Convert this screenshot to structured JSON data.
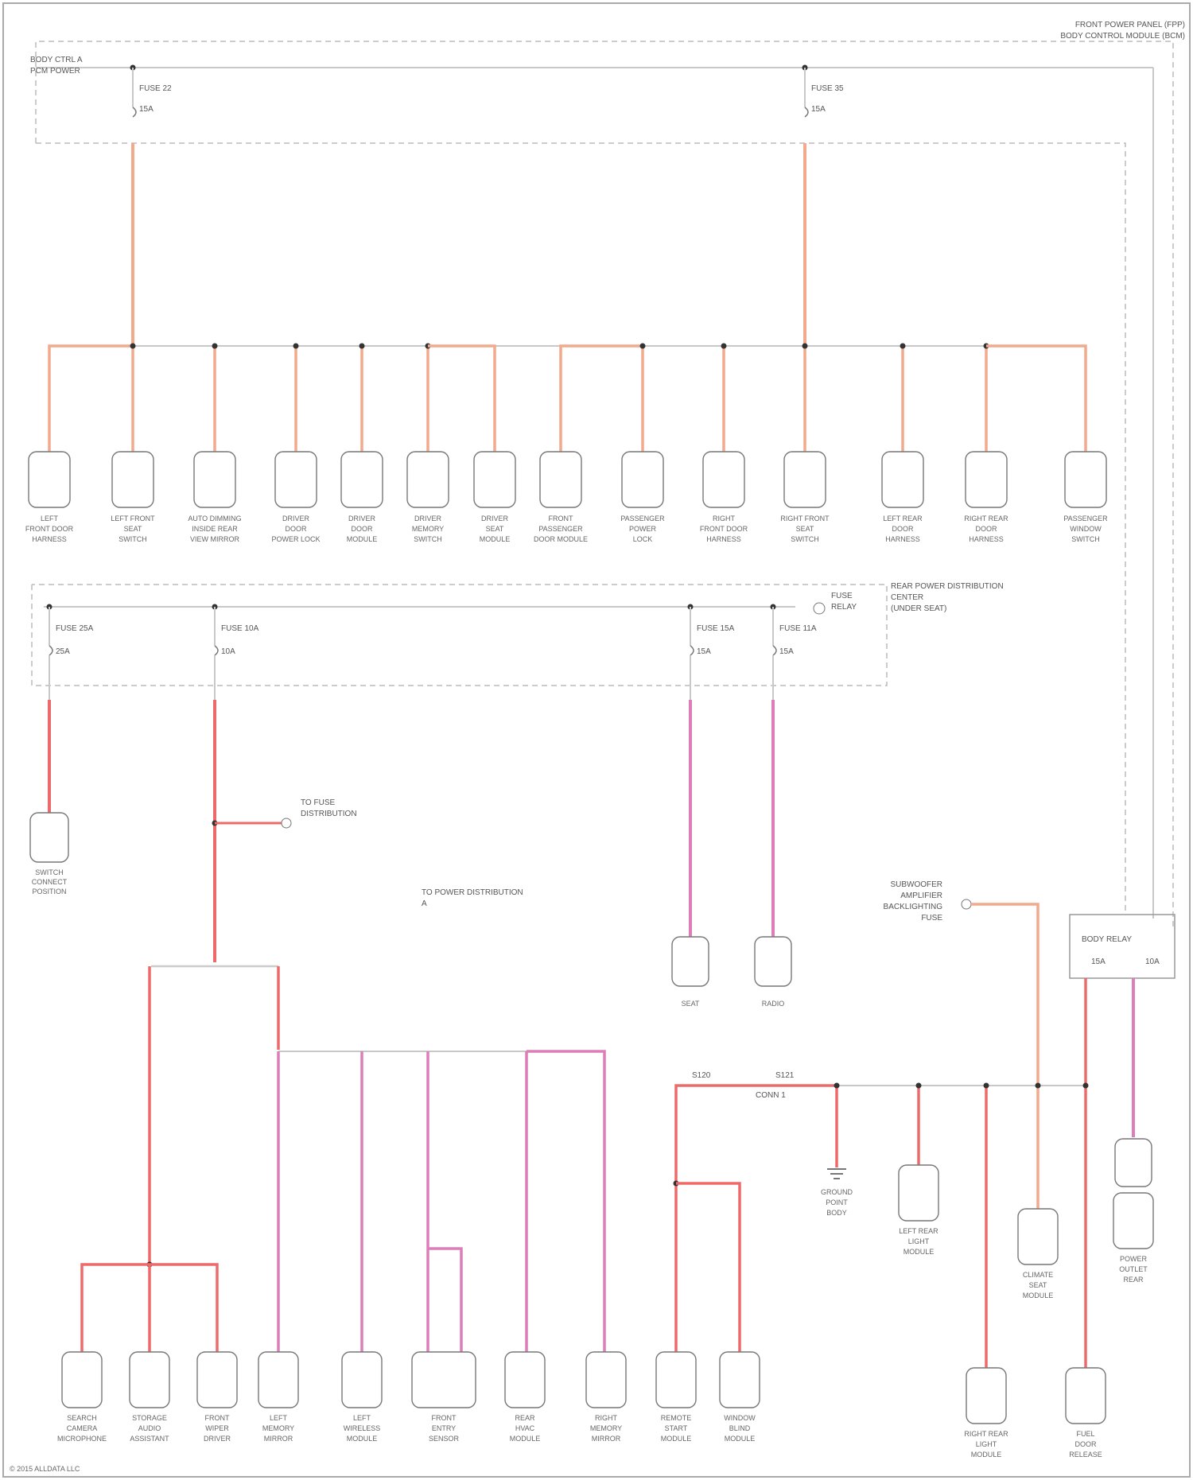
{
  "colors": {
    "wire_orange": "#f2a98c",
    "wire_red": "#ee6a6a",
    "wire_pink": "#dc7fb8",
    "bus_gray": "#c8c8c8",
    "outline": "#777777"
  },
  "header": {
    "line1": "FRONT POWER PANEL (FPP)",
    "line2": "BODY CONTROL MODULE (BCM)"
  },
  "footer": {
    "text": "© 2015 ALLDATA LLC"
  },
  "top_box": {
    "label1": "BODY CTRL A",
    "label2": "PCM POWER",
    "fuse_left": "FUSE 22",
    "fuse_left_amp": "15A",
    "fuse_right": "FUSE 35",
    "fuse_right_amp": "15A"
  },
  "top_row_components": [
    {
      "l1": "LEFT",
      "l2": "FRONT DOOR",
      "l3": "HARNESS"
    },
    {
      "l1": "LEFT FRONT",
      "l2": "SEAT",
      "l3": "SWITCH"
    },
    {
      "l1": "AUTO DIMMING",
      "l2": "INSIDE REAR",
      "l3": "VIEW MIRROR"
    },
    {
      "l1": "DRIVER",
      "l2": "DOOR",
      "l3": "POWER LOCK"
    },
    {
      "l1": "DRIVER",
      "l2": "DOOR",
      "l3": "MODULE"
    },
    {
      "l1": "DRIVER",
      "l2": "MEMORY",
      "l3": "SWITCH"
    },
    {
      "l1": "DRIVER",
      "l2": "SEAT",
      "l3": "MODULE"
    },
    {
      "l1": "FRONT",
      "l2": "PASSENGER",
      "l3": "DOOR MODULE"
    },
    {
      "l1": "PASSENGER",
      "l2": "POWER",
      "l3": "LOCK"
    },
    {
      "l1": "RIGHT",
      "l2": "FRONT DOOR",
      "l3": "HARNESS"
    },
    {
      "l1": "RIGHT FRONT",
      "l2": "SEAT",
      "l3": "SWITCH"
    },
    {
      "l1": "LEFT REAR",
      "l2": "DOOR",
      "l3": "HARNESS"
    },
    {
      "l1": "RIGHT REAR",
      "l2": "DOOR",
      "l3": "HARNESS"
    },
    {
      "l1": "PASSENGER",
      "l2": "WINDOW",
      "l3": "SWITCH"
    }
  ],
  "mid_box": {
    "label1": "REAR POWER DISTRIBUTION",
    "label2": "CENTER",
    "label3": "(UNDER SEAT)",
    "fuse_a": "FUSE 25A",
    "fuse_b": "FUSE 10A",
    "fuse_c": "FUSE 15A",
    "fuse_d": "FUSE 11A",
    "amp_a": "25A",
    "amp_b": "10A",
    "amp_c": "15A",
    "amp_d": "15A",
    "note1": "FUSE",
    "note2": "RELAY"
  },
  "mid_labels": {
    "left_comp_l1": "SWITCH",
    "left_comp_l2": "CONNECT",
    "left_comp_l3": "POSITION",
    "tee_l1": "TO FUSE",
    "tee_l2": "DISTRIBUTION",
    "center_note": "TO POWER DISTRIBUTION",
    "center_note2": "A",
    "comp_mid1": "SEAT",
    "comp_mid2": "RADIO",
    "right_note1": "SUBWOOFER",
    "right_note2": "AMPLIFIER",
    "right_note3": "BACKLIGHTING",
    "right_note4": "FUSE"
  },
  "right_box": {
    "label": "BODY RELAY",
    "amp1": "15A",
    "amp2": "10A"
  },
  "bottom_components": [
    {
      "l1": "SEARCH",
      "l2": "CAMERA",
      "l3": "MICROPHONE"
    },
    {
      "l1": "STORAGE",
      "l2": "AUDIO",
      "l3": "ASSISTANT"
    },
    {
      "l1": "FRONT",
      "l2": "WIPER",
      "l3": "DRIVER"
    },
    {
      "l1": "LEFT",
      "l2": "MEMORY",
      "l3": "MIRROR"
    },
    {
      "l1": "LEFT",
      "l2": "WIRELESS",
      "l3": "MODULE"
    },
    {
      "l1": "FRONT",
      "l2": "ENTRY",
      "l3": "SENSOR"
    },
    {
      "l1": "REAR",
      "l2": "HVAC",
      "l3": "MODULE"
    },
    {
      "l1": "RIGHT",
      "l2": "MEMORY",
      "l3": "MIRROR"
    },
    {
      "l1": "REMOTE",
      "l2": "START",
      "l3": "MODULE"
    },
    {
      "l1": "WINDOW",
      "l2": "BLIND",
      "l3": "MODULE"
    },
    {
      "l1": "GROUND",
      "l2": "POINT",
      "l3": "BODY"
    },
    {
      "l1": "LEFT REAR",
      "l2": "LIGHT",
      "l3": "MODULE"
    },
    {
      "l1": "RIGHT REAR",
      "l2": "LIGHT",
      "l3": "MODULE"
    },
    {
      "l1": "CLIMATE",
      "l2": "SEAT",
      "l3": "MODULE"
    },
    {
      "l1": "FUEL",
      "l2": "DOOR",
      "l3": "RELEASE"
    },
    {
      "l1": "POWER",
      "l2": "OUTLET",
      "l3": "REAR"
    }
  ],
  "splice_labels": {
    "s1": "S120",
    "s2": "S121",
    "s3": "CONN 1"
  }
}
